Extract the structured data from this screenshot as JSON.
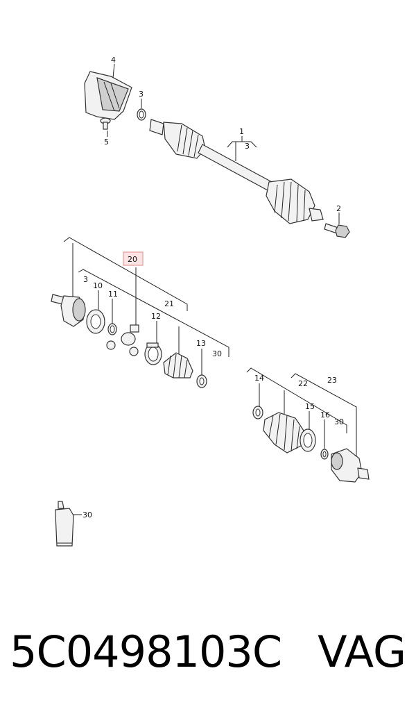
{
  "callouts": {
    "c1": "1",
    "c2": "2",
    "c3a": "3",
    "c3b": "3",
    "c3c": "3",
    "c4": "4",
    "c5": "5",
    "c10": "10",
    "c11": "11",
    "c12": "12",
    "c13": "13",
    "c14": "14",
    "c15": "15",
    "c16": "16",
    "c20": "20",
    "c21": "21",
    "c22": "22",
    "c23": "23",
    "c30a": "30",
    "c30b": "30",
    "c30c": "30"
  },
  "footer": {
    "part_number": "5C0498103C",
    "brand": "VAG"
  },
  "colors": {
    "highlight_fill": "#fde4e4",
    "highlight_stroke": "#e08a8a"
  }
}
